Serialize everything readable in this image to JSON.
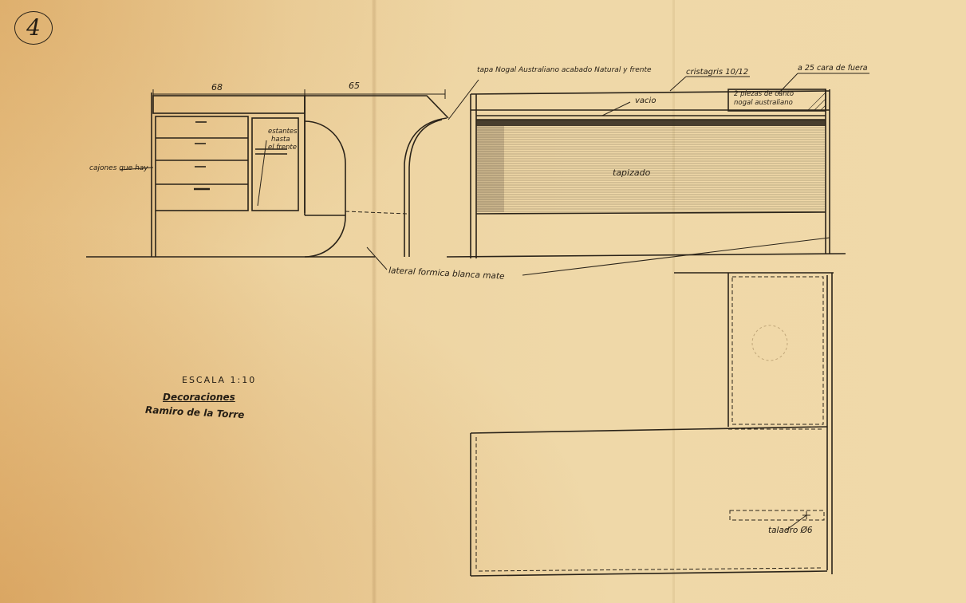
{
  "sheet_number": "4",
  "dimensions": {
    "left_width": "68",
    "center_width": "65"
  },
  "labels": {
    "top_finish": "tapa Nogal Australiano acabado Natural y frente",
    "glass": "cristagris 10/12",
    "outer_face": "a 25 cara de fuera",
    "empty_slot": "vacio",
    "edge_pieces_1": "2 piezas de canto",
    "edge_pieces_2": "nogal australiano",
    "shelves_1": "estantes",
    "shelves_2": "hasta",
    "shelves_3": "el frente",
    "drawers": "cajones que hay",
    "upholstered": "tapizado",
    "side_panel": "lateral formica blanca mate",
    "drill_hole": "taladro Ø6"
  },
  "title_block": {
    "scale": "ESCALA 1:10",
    "company": "Decoraciones",
    "author": "Ramiro de la Torre"
  },
  "colors": {
    "paper": "#edd3a0",
    "ink": "#2a2319"
  }
}
